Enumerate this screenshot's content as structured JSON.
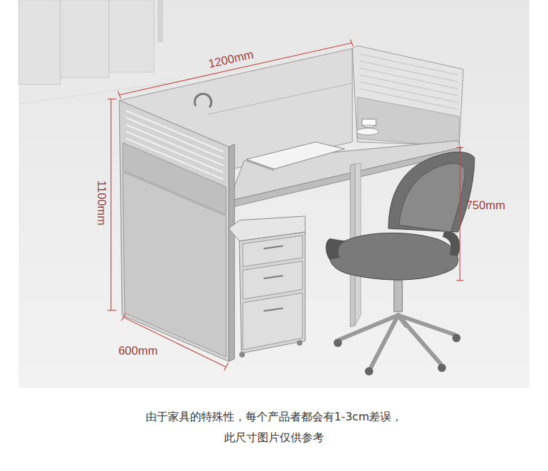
{
  "diagram": {
    "caption": "由于家具的特殊性，每个产品者都会有1-3cm差误， 此尺寸图片仅供参考",
    "labels": [
      "1200mm",
      "1100mm",
      "750mm",
      "600mm"
    ]
  }
}
